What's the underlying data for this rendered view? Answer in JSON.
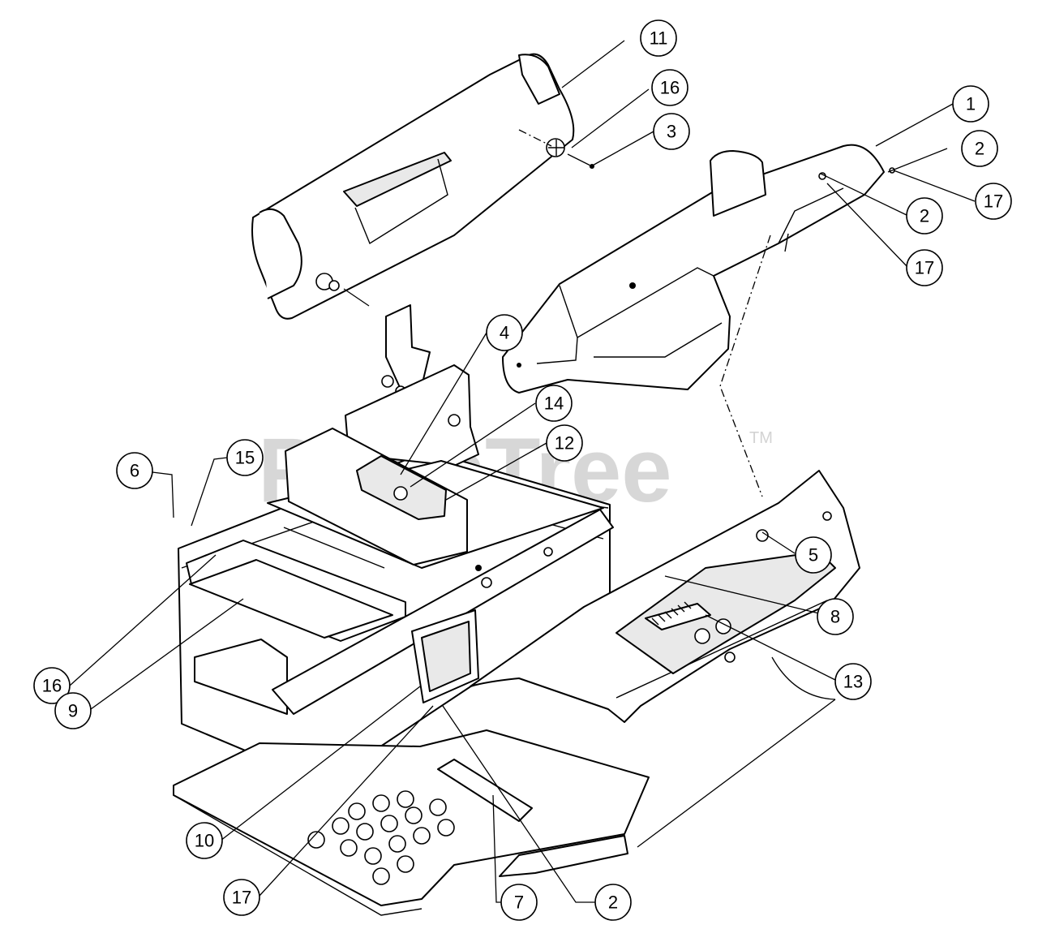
{
  "watermark": {
    "text": "PartsTree",
    "trademark": "TM"
  },
  "callouts": [
    {
      "id": "c1",
      "label": "1"
    },
    {
      "id": "c2a",
      "label": "2"
    },
    {
      "id": "c2b",
      "label": "2"
    },
    {
      "id": "c2c",
      "label": "2"
    },
    {
      "id": "c3",
      "label": "3"
    },
    {
      "id": "c4",
      "label": "4"
    },
    {
      "id": "c5",
      "label": "5"
    },
    {
      "id": "c6",
      "label": "6"
    },
    {
      "id": "c7",
      "label": "7"
    },
    {
      "id": "c8",
      "label": "8"
    },
    {
      "id": "c9",
      "label": "9"
    },
    {
      "id": "c10",
      "label": "10"
    },
    {
      "id": "c11",
      "label": "11"
    },
    {
      "id": "c12",
      "label": "12"
    },
    {
      "id": "c13",
      "label": "13"
    },
    {
      "id": "c14",
      "label": "14"
    },
    {
      "id": "c15",
      "label": "15"
    },
    {
      "id": "c16a",
      "label": "16"
    },
    {
      "id": "c16b",
      "label": "16"
    },
    {
      "id": "c17a",
      "label": "17"
    },
    {
      "id": "c17b",
      "label": "17"
    },
    {
      "id": "c17c",
      "label": "17"
    }
  ]
}
